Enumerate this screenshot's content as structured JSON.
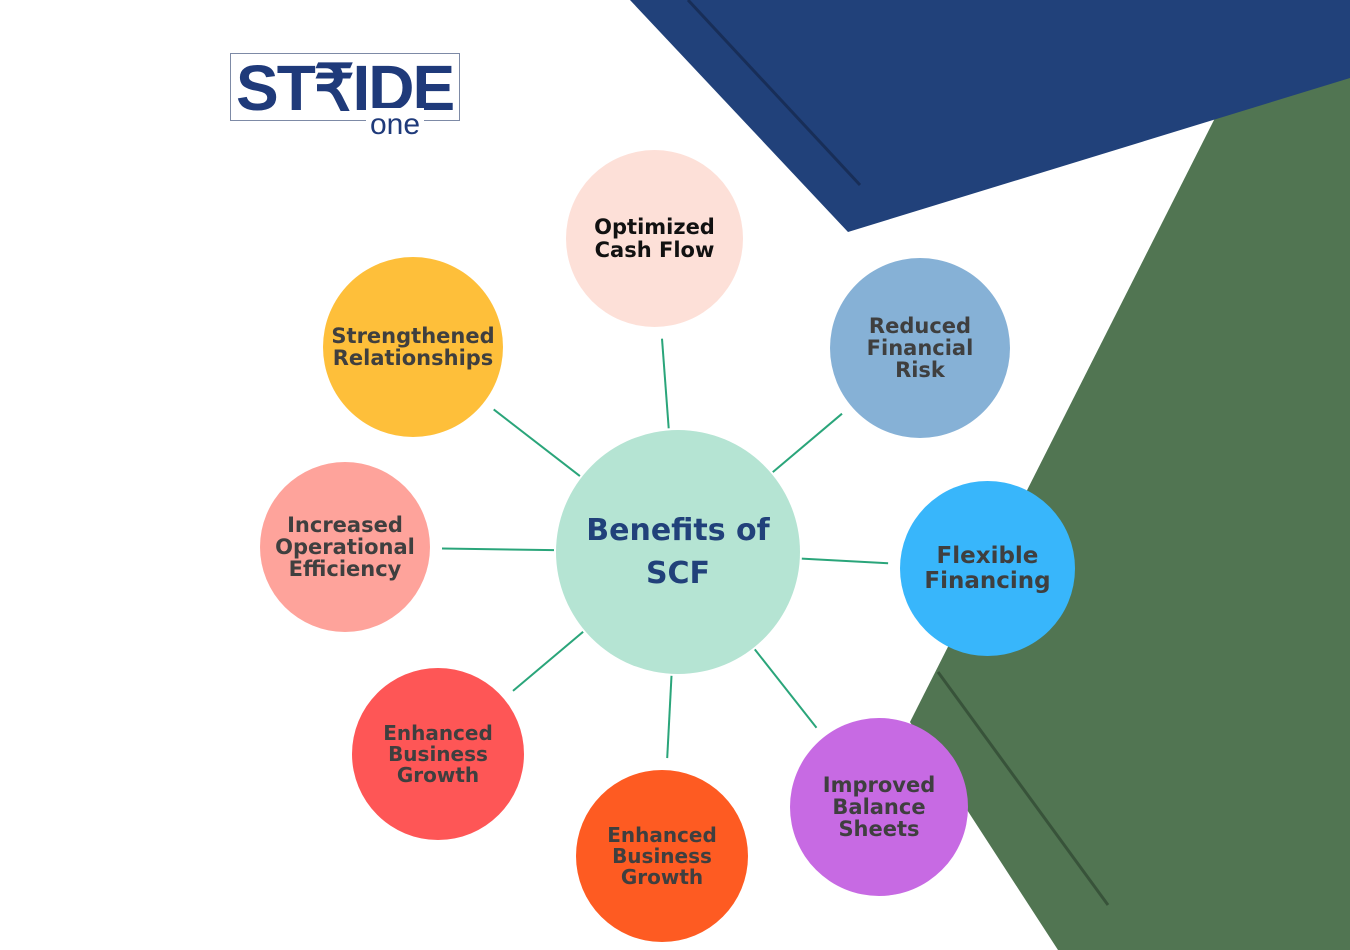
{
  "logo": {
    "wordmark": "ST₹IDE",
    "subtext": "one"
  },
  "colors": {
    "navy": "#21417a",
    "green": "#517552",
    "connector": "#2aa57a",
    "center_fill": "#b5e4d3",
    "center_text": "#21417a",
    "label_text": "#3f3f3f"
  },
  "diagram": {
    "center": {
      "label": "Benefits of\nSCF"
    },
    "nodes": [
      {
        "id": "optimized-cash-flow",
        "label": "Optimized\nCash Flow",
        "fill": "#fde0d8",
        "text": "#111111"
      },
      {
        "id": "reduced-financial-risk",
        "label": "Reduced\nFinancial\nRisk",
        "fill": "#86b1d6",
        "text": "#3f3f3f"
      },
      {
        "id": "flexible-financing",
        "label": "Flexible\nFinancing",
        "fill": "#38b6fb",
        "text": "#3f3f3f"
      },
      {
        "id": "improved-balance-sheets",
        "label": "Improved\nBalance\nSheets",
        "fill": "#c76ae3",
        "text": "#3f3f3f"
      },
      {
        "id": "enhanced-business-growth-bottom",
        "label": "Enhanced\nBusiness\nGrowth",
        "fill": "#fe5b22",
        "text": "#3f3f3f"
      },
      {
        "id": "enhanced-business-growth-left",
        "label": "Enhanced\nBusiness\nGrowth",
        "fill": "#fe5656",
        "text": "#3f3f3f"
      },
      {
        "id": "increased-operational-efficiency",
        "label": "Increased\nOperational\nEfficiency",
        "fill": "#fea39b",
        "text": "#3f3f3f"
      },
      {
        "id": "strengthened-relationships",
        "label": "Strengthened\nRelationships",
        "fill": "#febf3a",
        "text": "#3f3f3f"
      }
    ]
  }
}
